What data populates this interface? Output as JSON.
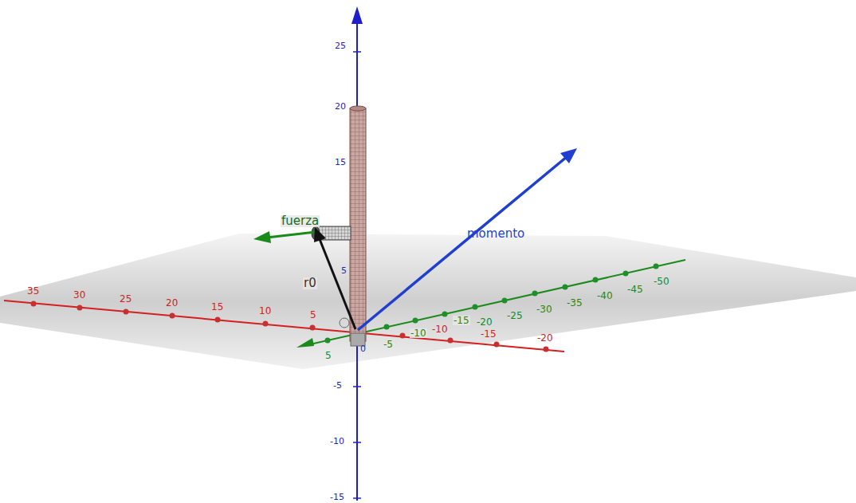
{
  "diagram": {
    "labels": [
      "25",
      "20",
      "15",
      "5",
      "0",
      "-5",
      "-10",
      "-15",
      "35",
      "30",
      "25",
      "20",
      "15",
      "10",
      "5",
      "-10",
      "-15",
      "-20",
      "5",
      "-5",
      "-10",
      "-15",
      "-20",
      "-25",
      "-30",
      "-35",
      "-40",
      "-45",
      "-50",
      "fuerza",
      "r0",
      "momento"
    ]
  }
}
